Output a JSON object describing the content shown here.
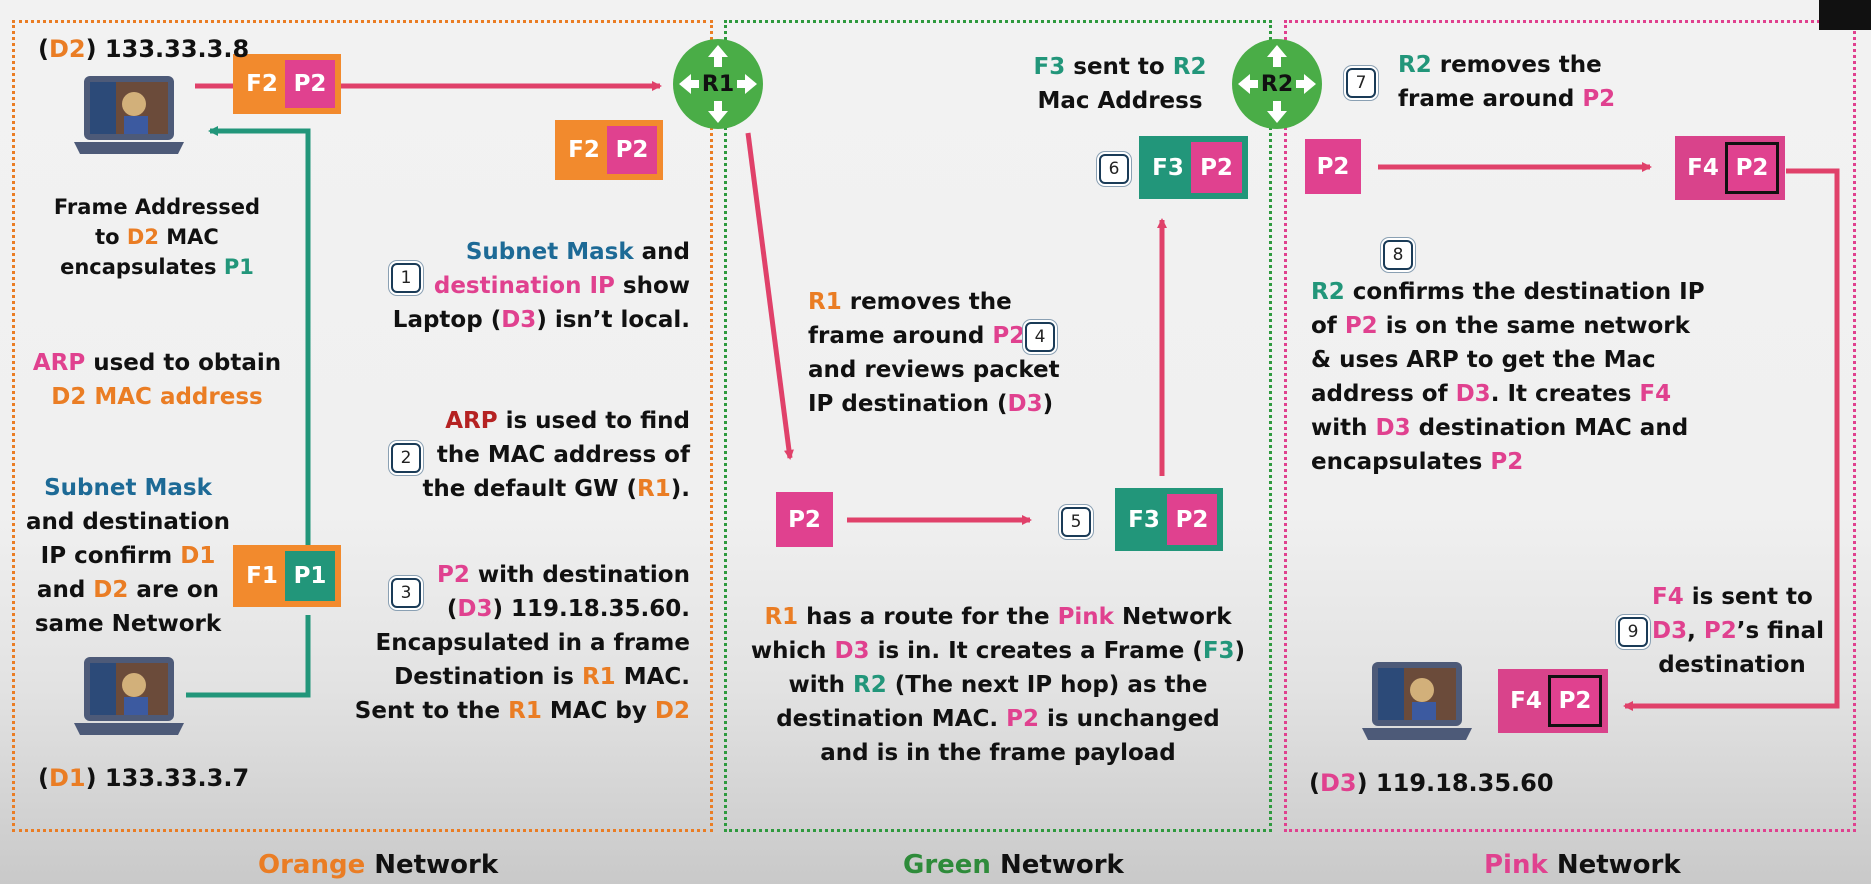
{
  "colors": {
    "orange": "#ea7d24",
    "green_router": "#4aad47",
    "teal": "#22967a",
    "pink": "#e0418f",
    "blue": "#1d6a96",
    "arrow_red": "#e0416a"
  },
  "orange": {
    "d2_open": "(",
    "d2_code": "D2",
    "d2_ip": ") 133.33.3.8",
    "d1_open": "(",
    "d1_code": "D1",
    "d1_ip": ") 133.33.3.7",
    "frame_msg": {
      "l1": "Frame Addressed",
      "l2a": "to ",
      "l2b": "D2",
      "l2c": " MAC",
      "l3a": "encapsulates ",
      "l3b": "P1"
    },
    "arp_msg": {
      "a": "ARP",
      "b": " used to obtain",
      "c": "D2 MAC address"
    },
    "subnet_msg": {
      "a": "Subnet Mask",
      "l2": "and destination",
      "l3a": "IP confirm ",
      "l3b": "D1",
      "l4a": "and ",
      "l4b": "D2",
      "l4c": " are on",
      "l5": "same Network"
    },
    "step1": {
      "num": "1",
      "a": "Subnet Mask",
      "b": " and",
      "c": "destination IP",
      "d": " show",
      "e": "Laptop (",
      "f": "D3",
      "g": ") isn’t local."
    },
    "step2": {
      "num": "2",
      "a": "ARP",
      "b": " is used to find",
      "l2": "the MAC address of",
      "l3a": "the default GW (",
      "l3b": "R1",
      "l3c": ")."
    },
    "step3": {
      "num": "3",
      "a": "P2",
      "b": " with destination",
      "l2a": "(",
      "l2b": "D3",
      "l2c": ") 119.18.35.60.",
      "l3": "Encapsulated in a frame",
      "l4a": "Destination is ",
      "l4b": "R1",
      "l4c": " MAC.",
      "l5a": "Sent to the ",
      "l5b": "R1",
      "l5c": " MAC by ",
      "l5d": "D2"
    },
    "frames": {
      "f2": "F2",
      "p2": "P2",
      "f1": "F1",
      "p1": "P1"
    },
    "footer": {
      "a": "Orange",
      "b": " Network"
    }
  },
  "green": {
    "router1": "R1",
    "step4": {
      "num": "4",
      "a": "R1",
      "b": " removes the",
      "l2a": "frame around ",
      "l2b": "P2",
      "l3": "and reviews packet",
      "l4a": "IP destination (",
      "l4b": "D3",
      "l4c": ")"
    },
    "step5": {
      "num": "5"
    },
    "step6": {
      "num": "6"
    },
    "f3_sent": {
      "a": "F3",
      "b": " sent to ",
      "c": "R2",
      "l2": "Mac Address"
    },
    "route_msg": {
      "a": "R1",
      "b": " has a route for the ",
      "c": "Pink",
      "d": " Network",
      "l2a": "which ",
      "l2b": "D3",
      "l2c": " is in. It creates a Frame (",
      "l2d": "F3",
      "l2e": ")",
      "l3a": "with ",
      "l3b": "R2",
      "l3c": " (The next IP hop) as the",
      "l4a": "destination MAC. ",
      "l4b": "P2",
      "l4c": " is unchanged",
      "l5": "and is in the frame payload"
    },
    "frames": {
      "p2": "P2",
      "f3": "F3"
    },
    "footer": {
      "a": "Green",
      "b": " Network"
    }
  },
  "pink": {
    "router2": "R2",
    "step7": {
      "num": "7",
      "a": "R2",
      "b": " removes the",
      "l2a": "frame around ",
      "l2b": "P2"
    },
    "step8": {
      "num": "8",
      "a": "R2",
      "b": " confirms the destination IP",
      "l2a": "of ",
      "l2b": "P2",
      "l2c": " is on the same network",
      "l3": "& uses ARP to get the Mac",
      "l4a": "address of ",
      "l4b": "D3",
      "l4c": ". It creates ",
      "l4d": "F4",
      "l5a": "with ",
      "l5b": "D3",
      "l5c": " destination MAC and",
      "l6a": "encapsulates ",
      "l6b": "P2"
    },
    "step9": {
      "num": "9",
      "a": "F4",
      "b": " is sent to",
      "l2a": "D3",
      "l2b": ", ",
      "l2c": "P2",
      "l2d": "’s final",
      "l3": "destination"
    },
    "d3_open": "(",
    "d3_code": "D3",
    "d3_ip": ") 119.18.35.60",
    "frames": {
      "p2": "P2",
      "f4": "F4"
    },
    "footer": {
      "a": "Pink",
      "b": " Network"
    }
  }
}
